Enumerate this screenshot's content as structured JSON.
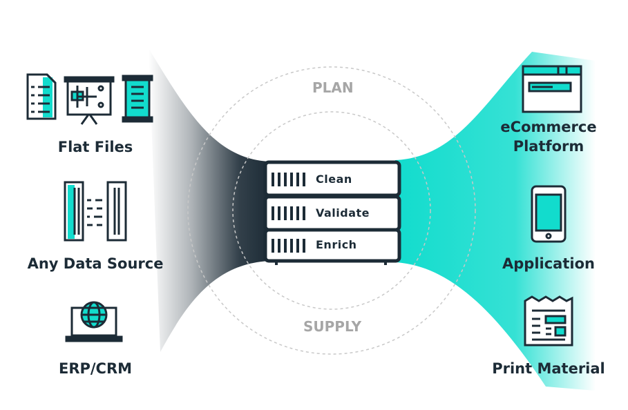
{
  "rings": {
    "top_label": "PLAN",
    "bottom_label": "SUPPLY"
  },
  "server": {
    "steps": [
      "Clean",
      "Validate",
      "Enrich"
    ]
  },
  "sources": [
    {
      "label": "Flat Files",
      "icon": "flat-files-icon"
    },
    {
      "label": "Any Data Source",
      "icon": "data-source-icon"
    },
    {
      "label": "ERP/CRM",
      "icon": "erp-crm-icon"
    }
  ],
  "outputs": [
    {
      "label_lines": [
        "eCommerce",
        "Platform"
      ],
      "icon": "ecommerce-icon"
    },
    {
      "label_lines": [
        "Application"
      ],
      "icon": "mobile-app-icon"
    },
    {
      "label_lines": [
        "Print Material"
      ],
      "icon": "print-material-icon"
    }
  ],
  "colors": {
    "dark": "#1c2b36",
    "accent": "#12dccd",
    "ring": "#c8c8c8",
    "muted": "#a6a6a6"
  }
}
